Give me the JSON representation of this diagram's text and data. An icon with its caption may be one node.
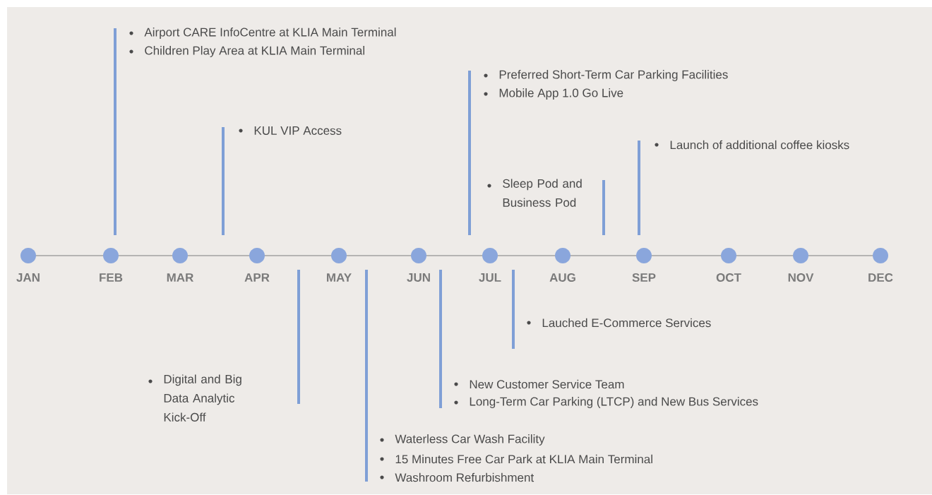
{
  "diagram": {
    "labels": [
      "Airport CARE InfoCentre at KLIA Main Terminal",
      "Children Play Area at KLIA Main Terminal",
      "Preferred Short-Term Car Parking Facilities",
      "Mobile App 1.0 Go Live",
      "KUL VIP Access",
      "Launch of additional coffee kiosks",
      "Sleep Pod and Business Pod",
      "JAN",
      "FEB",
      "MAR",
      "APR",
      "MAY",
      "JUN",
      "JUL",
      "AUG",
      "SEP",
      "OCT",
      "NOV",
      "DEC",
      "Lauched E-Commerce Services",
      "Digital and Big Data Analytic Kick-Off",
      "New Customer Service Team",
      "Long-Term Car Parking (LTCP) and New Bus Services",
      "Waterless Car Wash Facility",
      "15 Minutes Free Car Park at KLIA Main Terminal",
      "Washroom Refurbishment"
    ]
  }
}
